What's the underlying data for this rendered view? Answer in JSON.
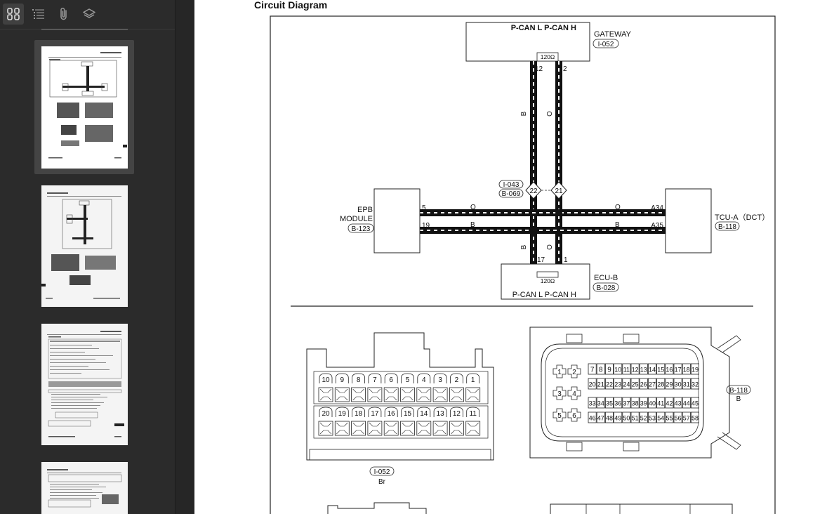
{
  "toolbar": {
    "buttons": [
      {
        "name": "thumbnails-icon",
        "active": true
      },
      {
        "name": "outline-icon",
        "active": false
      },
      {
        "name": "attachments-icon",
        "active": false
      },
      {
        "name": "layers-icon",
        "active": false
      }
    ]
  },
  "thumbnails": [
    {
      "page": "thumb-1",
      "selected": true
    },
    {
      "page": "thumb-2",
      "selected": false
    },
    {
      "page": "thumb-3",
      "selected": false
    },
    {
      "page": "thumb-4",
      "selected": false
    }
  ],
  "document": {
    "heading": "Circuit Diagram",
    "gateway": {
      "pins": "P-CAN L  P-CAN H",
      "name": "GATEWAY",
      "connector": "I-052",
      "resistor": "120Ω",
      "pin_left": "12",
      "pin_right": "2"
    },
    "ecu": {
      "pins": "P-CAN L  P-CAN H",
      "name": "ECU-B",
      "connector": "B-028",
      "resistor": "120Ω",
      "pin_left": "17",
      "pin_right": "1"
    },
    "epb": {
      "name_line1": "EPB",
      "name_line2": "MODULE",
      "connector": "B-123",
      "pin_top": "5",
      "pin_bottom": "19"
    },
    "tcu": {
      "name": "TCU-A（DCT）",
      "connector": "B-118",
      "pin_top": "A34",
      "pin_bottom": "A35"
    },
    "splice": {
      "connector_a": "I-043",
      "connector_b": "B-069",
      "pin_left": "22",
      "pin_right": "21"
    },
    "wire_colors": {
      "black": "B",
      "orange": "O"
    },
    "connector_i052": {
      "label": "I-052",
      "color": "Br",
      "row1": [
        "10",
        "9",
        "8",
        "7",
        "6",
        "5",
        "4",
        "3",
        "2",
        "1"
      ],
      "row2": [
        "20",
        "19",
        "18",
        "17",
        "16",
        "15",
        "14",
        "13",
        "12",
        "11"
      ]
    },
    "connector_b118": {
      "label": "B-118",
      "color": "B",
      "power_pins": [
        "1",
        "2",
        "3",
        "4",
        "5",
        "6"
      ],
      "row1": [
        "7",
        "8",
        "9",
        "10",
        "11",
        "12",
        "13",
        "14",
        "15",
        "16",
        "17",
        "18",
        "19"
      ],
      "row2": [
        "20",
        "21",
        "22",
        "23",
        "24",
        "25",
        "26",
        "27",
        "28",
        "29",
        "30",
        "31",
        "32"
      ],
      "row3": [
        "33",
        "34",
        "35",
        "36",
        "37",
        "38",
        "39",
        "40",
        "41",
        "42",
        "43",
        "44",
        "45"
      ],
      "row4": [
        "46",
        "47",
        "48",
        "49",
        "50",
        "51",
        "52",
        "53",
        "54",
        "55",
        "56",
        "57",
        "58"
      ]
    }
  }
}
